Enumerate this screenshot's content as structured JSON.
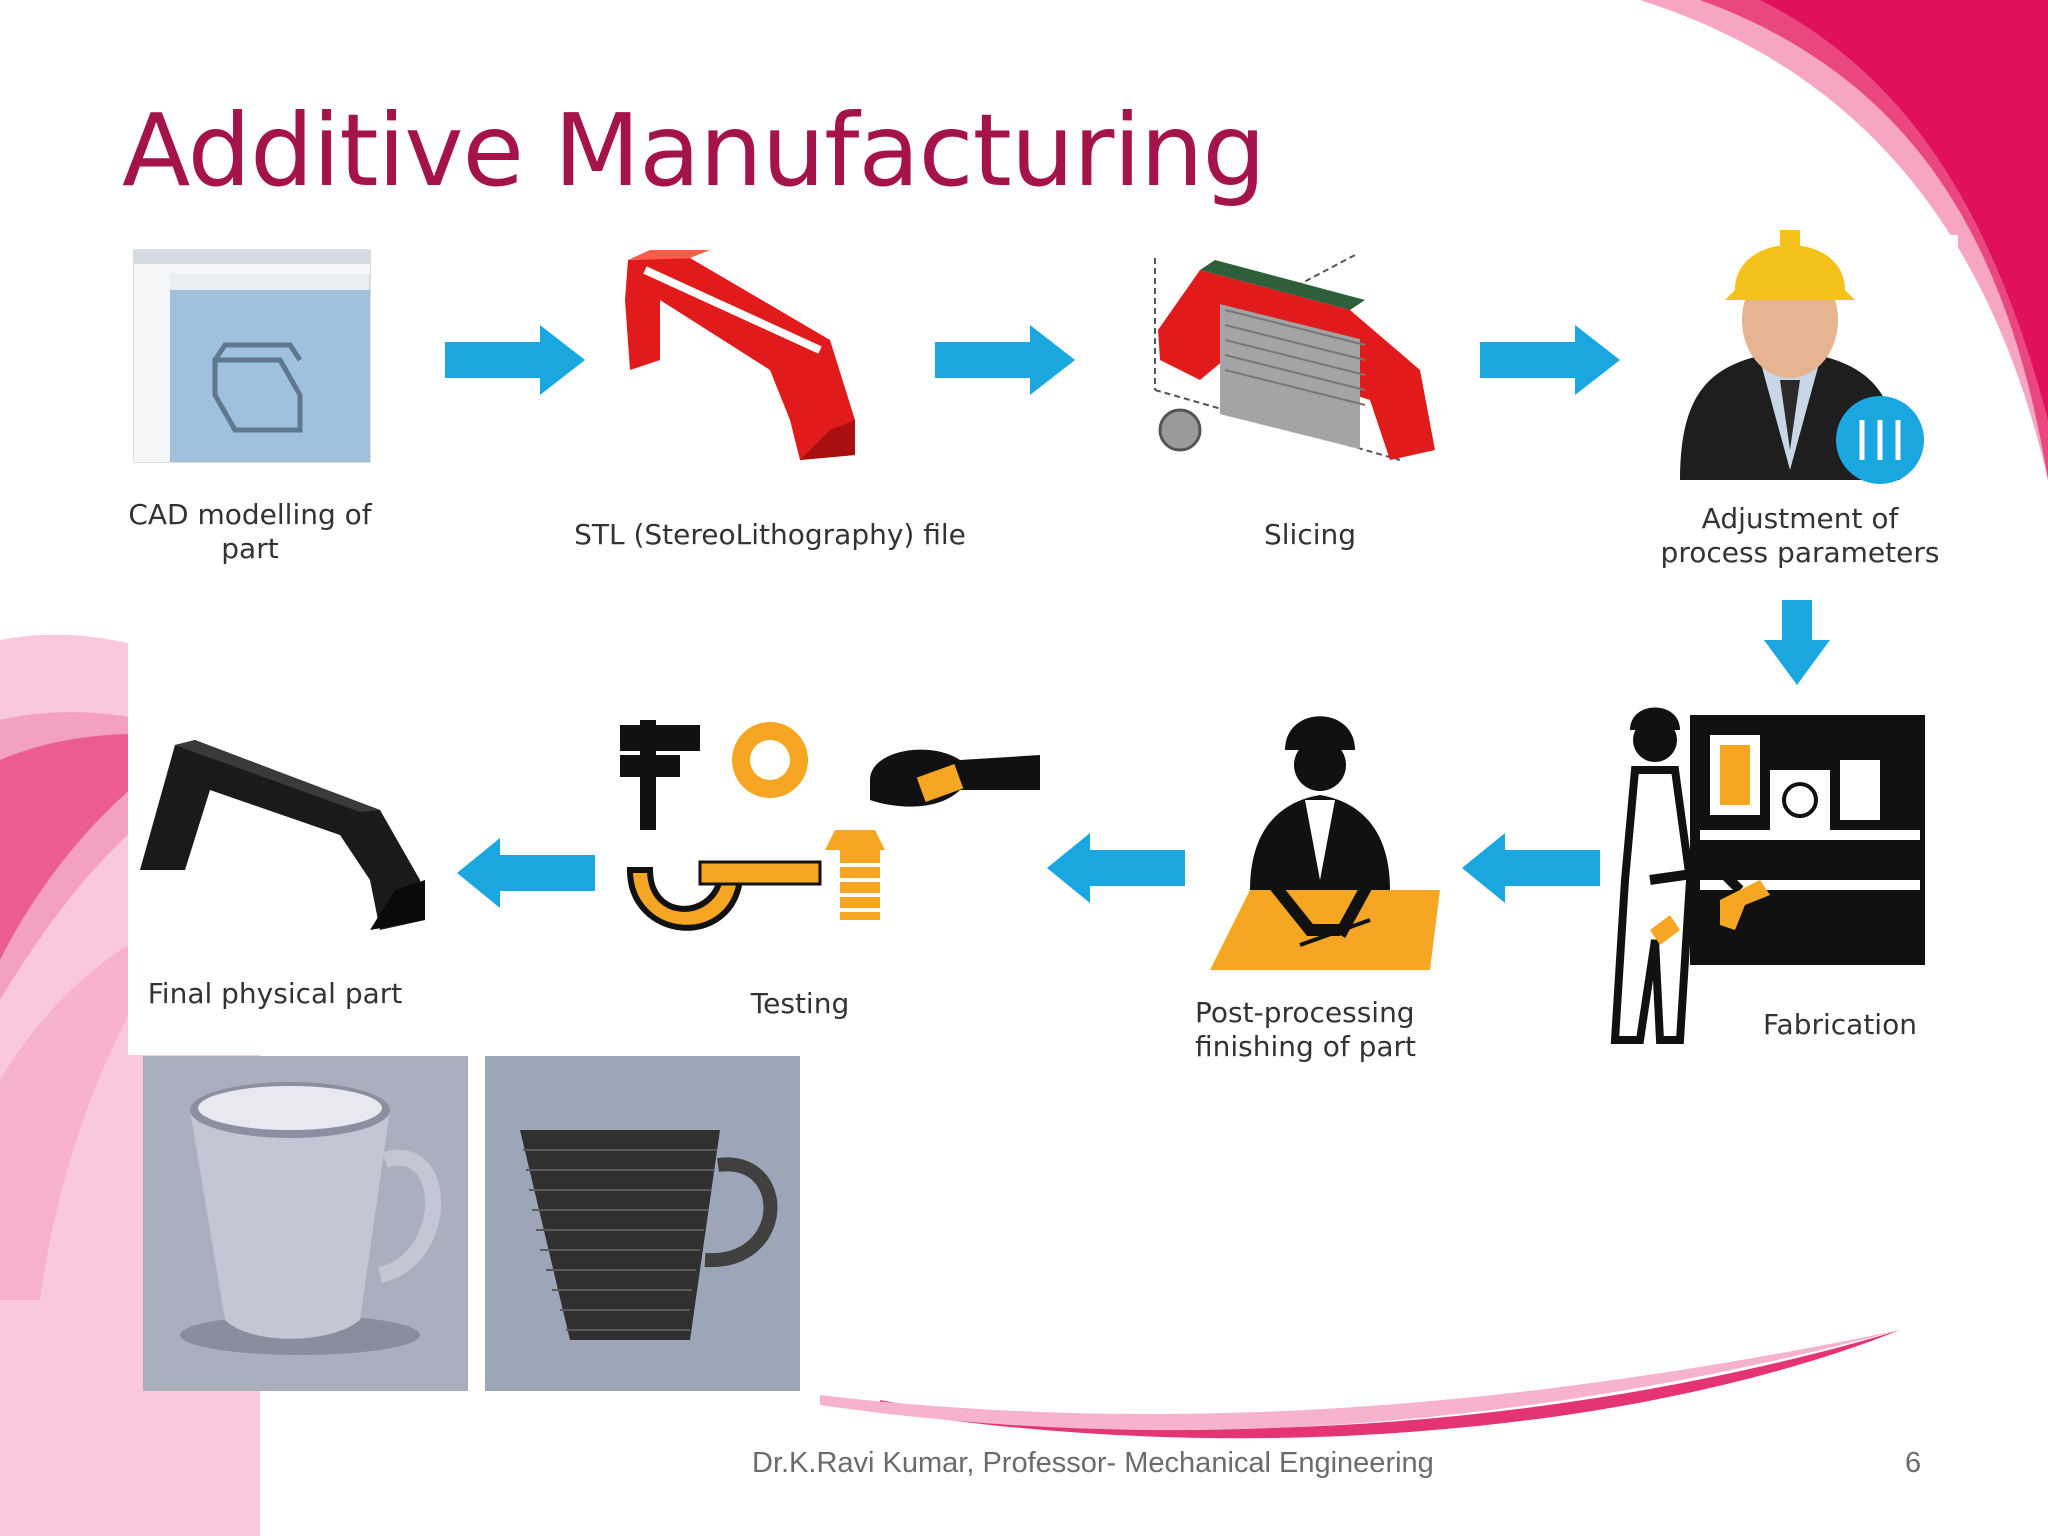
{
  "slide": {
    "title": "Additive Manufacturing",
    "footer": "Dr.K.Ravi Kumar, Professor- Mechanical Engineering",
    "page_number": "6"
  },
  "steps": [
    {
      "label_line1": "CAD modelling of",
      "label_line2": "part",
      "icon": "cad-screenshot"
    },
    {
      "label_line1": "STL (StereoLithography) file",
      "icon": "stl-part-red"
    },
    {
      "label_line1": "Slicing",
      "icon": "sliced-part"
    },
    {
      "label_line1": "Adjustment of",
      "label_line2": "process parameters",
      "icon": "engineer-with-sliders"
    },
    {
      "label_line1": "Fabrication",
      "icon": "worker-at-machine"
    },
    {
      "label_line1": "Post-processing",
      "label_line2": "finishing of part",
      "icon": "worker-at-desk"
    },
    {
      "label_line1": "Testing",
      "icon": "measuring-tools"
    },
    {
      "label_line1": "Final physical part",
      "icon": "black-handle"
    }
  ],
  "colors": {
    "title": "#a5134b",
    "arrow": "#1aa6df",
    "accent_pink": "#e0105a",
    "tool_orange": "#f5a623",
    "part_red": "#e11b1b"
  },
  "bottom_images": [
    {
      "icon": "smooth-cup-render"
    },
    {
      "icon": "layered-cup-render"
    }
  ]
}
